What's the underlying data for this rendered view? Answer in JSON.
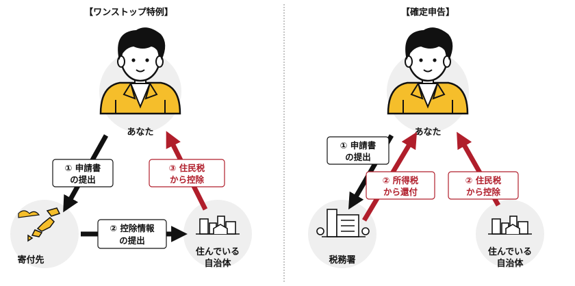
{
  "left_panel": {
    "title": "【ワンストップ特例】",
    "you": "あなた",
    "donee": "寄付先",
    "municipality_line1": "住んでいる",
    "municipality_line2": "自治体",
    "step1_line1": "① 申請書",
    "step1_line2": "の提出",
    "step2_line1": "② 控除情報",
    "step2_line2": "の提出",
    "step3_line1": "③ 住民税",
    "step3_line2": "から控除"
  },
  "right_panel": {
    "title": "【確定申告】",
    "you": "あなた",
    "tax_office": "税務署",
    "municipality_line1": "住んでいる",
    "municipality_line2": "自治体",
    "step1_line1": "① 申請書",
    "step1_line2": "の提出",
    "step2a_line1": "② 所得税",
    "step2a_line2": "から還付",
    "step2b_line1": "② 住民税",
    "step2b_line2": "から控除"
  },
  "colors": {
    "black_arrow": "#111111",
    "red_arrow": "#b01e2b",
    "circle_bg": "#efefef",
    "shirt": "#f5be2b",
    "divider": "#888888"
  }
}
